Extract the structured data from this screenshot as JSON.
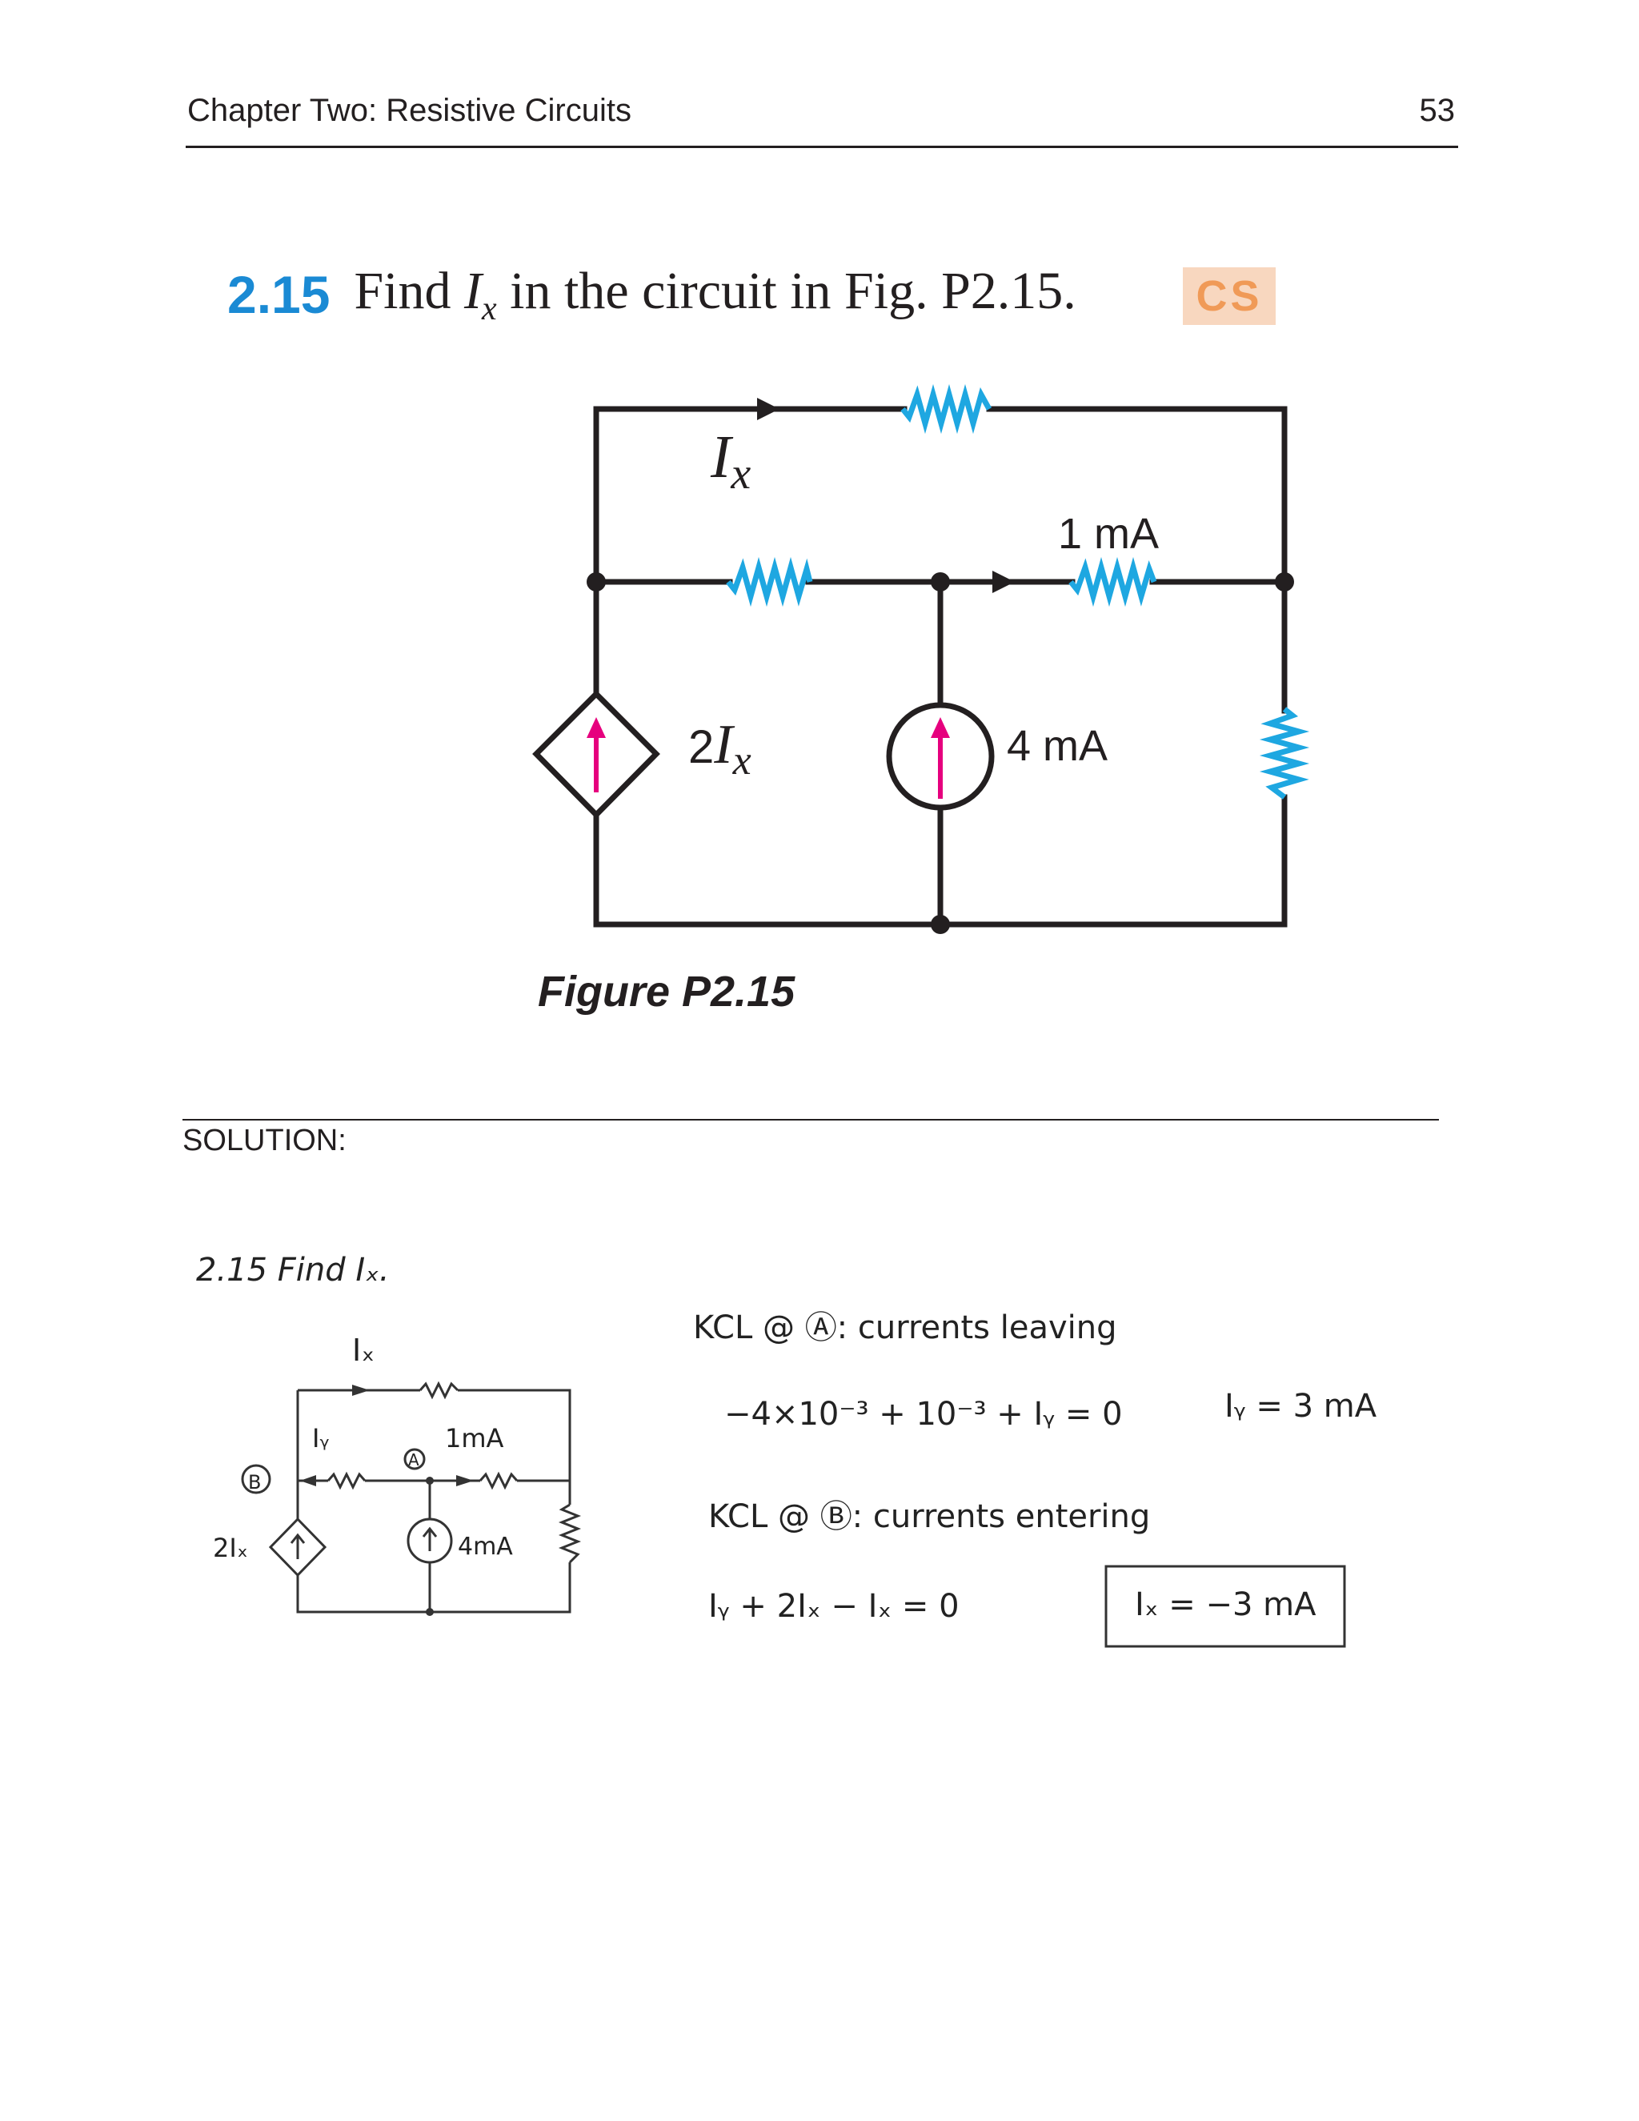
{
  "header": {
    "chapter": "Chapter Two: Resistive Circuits",
    "page_number": "53"
  },
  "problem": {
    "number": "2.15",
    "statement_prefix": "Find ",
    "statement_var": "I",
    "statement_sub": "x",
    "statement_suffix": " in the circuit in Fig. P2.15.",
    "badge": "CS"
  },
  "figure": {
    "label_ix_var": "I",
    "label_ix_sub": "x",
    "label_1ma": "1 mA",
    "label_dep_coef": "2",
    "label_dep_var": "I",
    "label_dep_sub": "x",
    "label_4ma": "4 mA",
    "caption": "Figure P2.15",
    "colors": {
      "resistor": "#1ea7e1",
      "arrow": "#e6007e",
      "wire": "#231f20"
    }
  },
  "solution": {
    "label": "SOLUTION:",
    "title": "2.15  Find Iₓ.",
    "sketch": {
      "ix": "Iₓ",
      "iy": "Iᵧ",
      "one_ma": "1mA",
      "node_a": "A",
      "node_b": "B",
      "dep": "2Iₓ",
      "four_ma": "4mA"
    },
    "lines": [
      "KCL @ Ⓐ: currents leaving",
      "−4×10⁻³ + 10⁻³ + Iᵧ = 0",
      "Iᵧ = 3 mA",
      "KCL @ Ⓑ: currents entering",
      "Iᵧ + 2Iₓ − Iₓ = 0",
      "Iₓ = −3 mA"
    ]
  }
}
